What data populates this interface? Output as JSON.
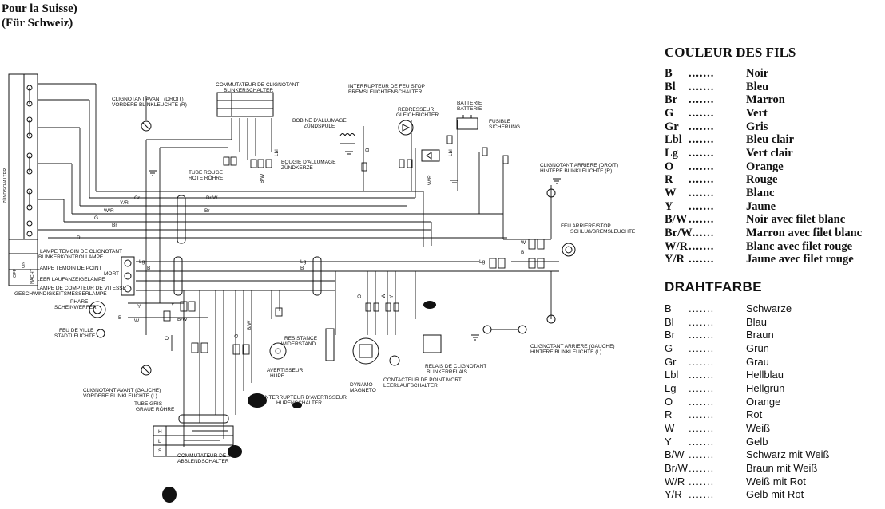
{
  "header": {
    "line1": "Pour la Suisse)",
    "line2": "(Für Schweiz)"
  },
  "legend_fr": {
    "title": "COULEUR DES FILS",
    "rows": [
      {
        "code": "B",
        "name": "Noir"
      },
      {
        "code": "Bl",
        "name": "Bleu"
      },
      {
        "code": "Br",
        "name": "Marron"
      },
      {
        "code": "G",
        "name": "Vert"
      },
      {
        "code": "Gr",
        "name": "Gris"
      },
      {
        "code": "Lbl",
        "name": "Bleu clair"
      },
      {
        "code": "Lg",
        "name": "Vert clair"
      },
      {
        "code": "O",
        "name": "Orange"
      },
      {
        "code": "R",
        "name": "Rouge"
      },
      {
        "code": "W",
        "name": "Blanc"
      },
      {
        "code": "Y",
        "name": "Jaune"
      },
      {
        "code": "B/W",
        "name": "Noir avec filet blanc"
      },
      {
        "code": "Br/W",
        "name": "Marron avec filet blanc"
      },
      {
        "code": "W/R",
        "name": "Blanc avec filet rouge"
      },
      {
        "code": "Y/R",
        "name": "Jaune avec filet rouge"
      }
    ]
  },
  "legend_de": {
    "title": "DRAHTFARBE",
    "rows": [
      {
        "code": "B",
        "name": "Schwarze"
      },
      {
        "code": "Bl",
        "name": "Blau"
      },
      {
        "code": "Br",
        "name": "Braun"
      },
      {
        "code": "G",
        "name": "Grün"
      },
      {
        "code": "Gr",
        "name": "Grau"
      },
      {
        "code": "Lbl",
        "name": "Hellblau"
      },
      {
        "code": "Lg",
        "name": "Hellgrün"
      },
      {
        "code": "O",
        "name": "Orange"
      },
      {
        "code": "R",
        "name": "Rot"
      },
      {
        "code": "W",
        "name": "Weiß"
      },
      {
        "code": "Y",
        "name": "Gelb"
      },
      {
        "code": "B/W",
        "name": "Schwarz mit Weiß"
      },
      {
        "code": "Br/W",
        "name": "Braun mit Weiß"
      },
      {
        "code": "W/R",
        "name": "Weiß mit Rot"
      },
      {
        "code": "Y/R",
        "name": "Gelb mit Rot"
      }
    ]
  },
  "dots": ".......",
  "diagram": {
    "switch_left_vertical": "ZÜNDSCHALTER",
    "switch_states": [
      "OFF",
      "ON",
      "NACHT"
    ],
    "winker_switch": [
      "COMMUTATEUR DE CLIGNOTANT",
      "BLINKERSCHALTER"
    ],
    "front_right_winker": [
      "CLIGNOTANT AVANT (DROIT)",
      "VORDERE BLINKLEUCHTE (R)"
    ],
    "stop_switch": [
      "INTERRUPTEUR DE FEU STOP",
      "BREMSLEUCHTENSCHALTER"
    ],
    "rectifier": [
      "REDRESSEUR",
      "GLEICHRICHTER"
    ],
    "battery": [
      "BATTERIE",
      "BATTERIE"
    ],
    "fuse": [
      "FUSIBLE",
      "SICHERUNG"
    ],
    "ignition_coil": [
      "BOBINE D'ALLUMAGE",
      "ZÜNDSPULE"
    ],
    "spark_plug": [
      "BOUGIE D'ALLUMAGE",
      "ZÜNDKERZE"
    ],
    "tube_red": [
      "TUBE ROUGE",
      "ROTE RÖHRE"
    ],
    "rear_right_winker": [
      "CLIGNOTANT ARRIERE (DROIT)",
      "HINTERE BLINKLEUCHTE (R)"
    ],
    "tail_lamp": [
      "FEU ARRIERE/STOP",
      "SCHLUß/BREMSLEUCHTE"
    ],
    "indicator_lamp": [
      "LAMPE TEMOIN DE CLIGNOTANT",
      "BLINKERKONTROLLAMPE"
    ],
    "neutral_lamp": [
      "LAMPE TEMOIN DE POINT",
      "MORT",
      "LEER LAUFANZEIGELAMPE"
    ],
    "meter_lamp": [
      "LAMPE DE COMPTEUR DE VITESSE",
      "GESCHWINDIGKEITSMESSERLAMPE"
    ],
    "headlamp": [
      "PHARE",
      "SCHEINWERFER"
    ],
    "city_lamp": [
      "FEU DE VILLE",
      "STADTLEUCHTE"
    ],
    "resistor": [
      "RESISTANCE",
      "WIDERSTAND"
    ],
    "horn": [
      "AVERTISSEUR",
      "HUPE"
    ],
    "winker_relay": [
      "RELAIS DE CLIGNOTANT",
      "BLINKERRELAIS"
    ],
    "neutral_switch": [
      "CONTACTEUR DE POINT MORT",
      "LEERLAUFSCHALTER"
    ],
    "dynamo": [
      "DYNAMO",
      "MAGNETO"
    ],
    "rear_left_winker": [
      "CLIGNOTANT ARRIERE (GAUCHE)",
      "HINTERE BLINKLEUCHTE (L)"
    ],
    "front_left_winker": [
      "CLIGNOTANT AVANT (GAUCHE)",
      "VORDERE BLINKLEUCHTE (L)"
    ],
    "tube_gray": [
      "TUBE GRIS",
      "GRAUE RÖHRE"
    ],
    "horn_switch": [
      "INTERRUPTEUR D'AVERTISSEUR",
      "HUPENSCHALTER"
    ],
    "dimmer_switch": [
      "COMMUTATEUR DE",
      "ABBLENDSCHALTER"
    ],
    "dimmer_states": [
      "H",
      "L",
      "S"
    ],
    "wire_tags": [
      "W/R",
      "Y/R",
      "Gr",
      "Br/W",
      "Br",
      "G",
      "R",
      "Lg",
      "B",
      "Lg",
      "B",
      "Y",
      "W",
      "B",
      "O",
      "Y",
      "B/W",
      "B/W",
      "O",
      "W",
      "W/R",
      "B/W",
      "Lbl",
      "Y",
      "B",
      "G",
      "Lg",
      "W",
      "B",
      "Lbl",
      "Br"
    ]
  }
}
